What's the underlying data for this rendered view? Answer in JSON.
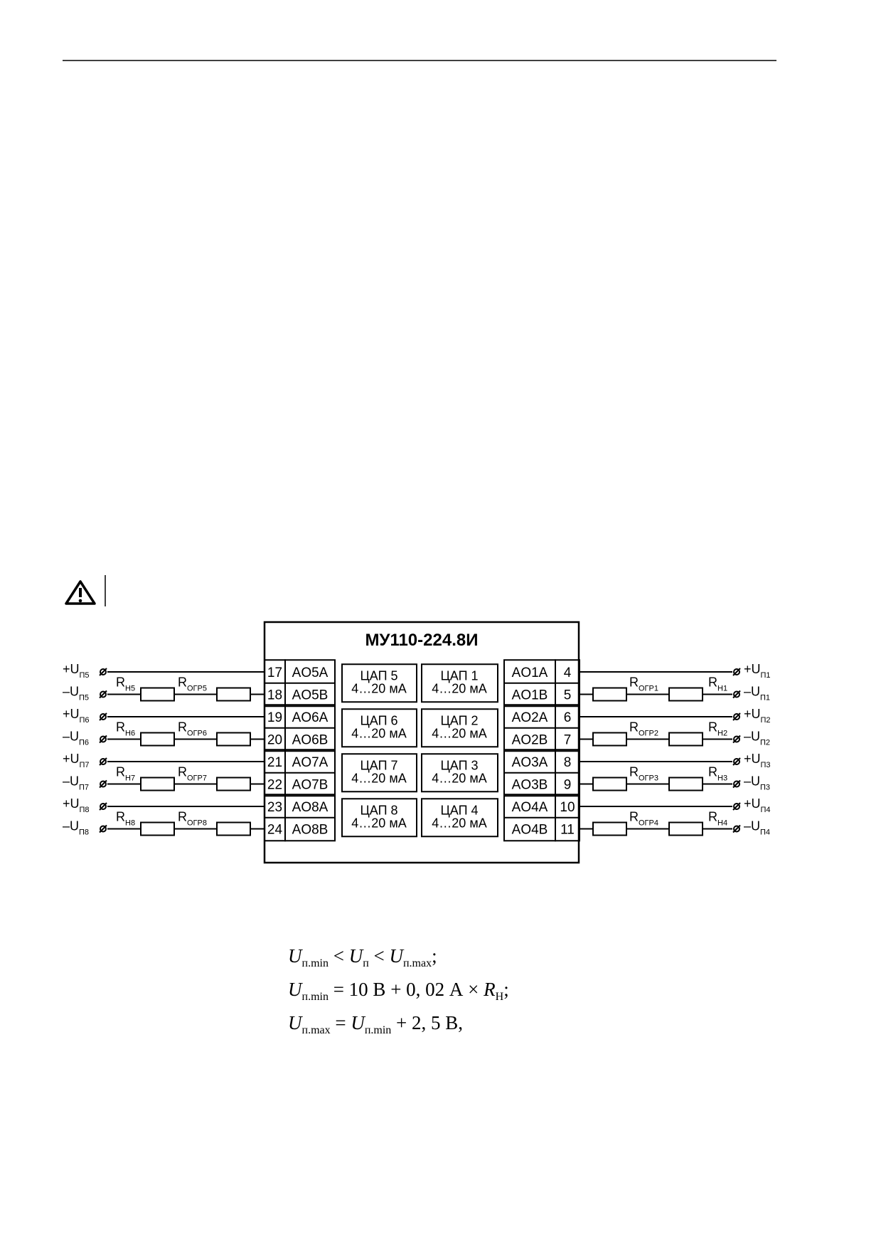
{
  "device": {
    "title": "МУ110-224.8И"
  },
  "dac_blocks": [
    {
      "name": "ЦАП 5",
      "range": "4…20 мА"
    },
    {
      "name": "ЦАП 1",
      "range": "4…20 мА"
    },
    {
      "name": "ЦАП 6",
      "range": "4…20 мА"
    },
    {
      "name": "ЦАП 2",
      "range": "4…20 мА"
    },
    {
      "name": "ЦАП 7",
      "range": "4…20 мА"
    },
    {
      "name": "ЦАП 3",
      "range": "4…20 мА"
    },
    {
      "name": "ЦАП 8",
      "range": "4…20 мА"
    },
    {
      "name": "ЦАП 4",
      "range": "4…20 мА"
    }
  ],
  "left_terminals": [
    {
      "num": "17",
      "name": "AO5A",
      "supply": "+U",
      "supply_sub": "П5"
    },
    {
      "num": "18",
      "name": "AO5B",
      "supply": "–U",
      "supply_sub": "П5",
      "r_load": "R",
      "r_load_sub": "Н5",
      "r_lim": "R",
      "r_lim_sub": "ОГР5"
    },
    {
      "num": "19",
      "name": "AO6A",
      "supply": "+U",
      "supply_sub": "П6"
    },
    {
      "num": "20",
      "name": "AO6B",
      "supply": "–U",
      "supply_sub": "П6",
      "r_load": "R",
      "r_load_sub": "Н6",
      "r_lim": "R",
      "r_lim_sub": "ОГР6"
    },
    {
      "num": "21",
      "name": "AO7A",
      "supply": "+U",
      "supply_sub": "П7"
    },
    {
      "num": "22",
      "name": "AO7B",
      "supply": "–U",
      "supply_sub": "П7",
      "r_load": "R",
      "r_load_sub": "Н7",
      "r_lim": "R",
      "r_lim_sub": "ОГР7"
    },
    {
      "num": "23",
      "name": "AO8A",
      "supply": "+U",
      "supply_sub": "П8"
    },
    {
      "num": "24",
      "name": "AO8B",
      "supply": "–U",
      "supply_sub": "П8",
      "r_load": "R",
      "r_load_sub": "Н8",
      "r_lim": "R",
      "r_lim_sub": "ОГР8"
    }
  ],
  "right_terminals": [
    {
      "num": "4",
      "name": "AO1A",
      "supply": "+U",
      "supply_sub": "П1"
    },
    {
      "num": "5",
      "name": "AO1B",
      "supply": "–U",
      "supply_sub": "П1",
      "r_load": "R",
      "r_load_sub": "Н1",
      "r_lim": "R",
      "r_lim_sub": "ОГР1"
    },
    {
      "num": "6",
      "name": "AO2A",
      "supply": "+U",
      "supply_sub": "П2"
    },
    {
      "num": "7",
      "name": "AO2B",
      "supply": "–U",
      "supply_sub": "П2",
      "r_load": "R",
      "r_load_sub": "Н2",
      "r_lim": "R",
      "r_lim_sub": "ОГР2"
    },
    {
      "num": "8",
      "name": "AO3A",
      "supply": "+U",
      "supply_sub": "П3"
    },
    {
      "num": "9",
      "name": "AO3B",
      "supply": "–U",
      "supply_sub": "П3",
      "r_load": "R",
      "r_load_sub": "Н3",
      "r_lim": "R",
      "r_lim_sub": "ОГР3"
    },
    {
      "num": "10",
      "name": "AO4A",
      "supply": "+U",
      "supply_sub": "П4"
    },
    {
      "num": "11",
      "name": "AO4B",
      "supply": "–U",
      "supply_sub": "П4",
      "r_load": "R",
      "r_load_sub": "Н4",
      "r_lim": "R",
      "r_lim_sub": "ОГР4"
    }
  ],
  "formulas": {
    "line1": {
      "a": "U",
      "a_sub": "п.min",
      "op1": " < ",
      "b": "U",
      "b_sub": "п",
      "op2": " < ",
      "c": "U",
      "c_sub": "п.max",
      "end": ";"
    },
    "line2": {
      "a": "U",
      "a_sub": "п.min",
      "rest": " = 10 В + 0, 02 А × ",
      "r": "R",
      "r_sub": "Н",
      "end": ";"
    },
    "line3": {
      "a": "U",
      "a_sub": "п.max",
      "mid": " = ",
      "b": "U",
      "b_sub": "п.min",
      "rest": " + 2, 5 В,"
    }
  }
}
